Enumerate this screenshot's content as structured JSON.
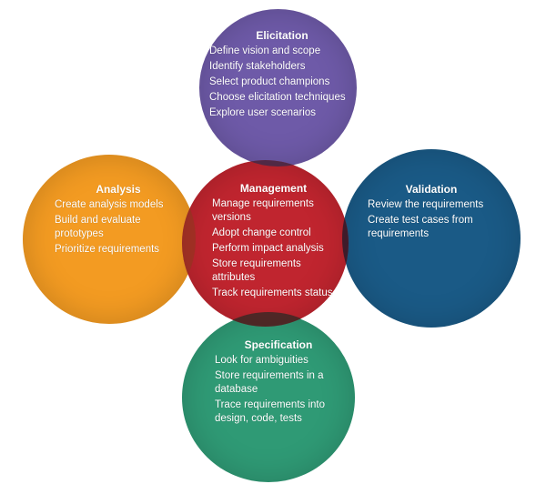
{
  "diagram": {
    "colors": {
      "elicitation": "#6e5aa8",
      "analysis": "#f39b22",
      "management": "#c0252f",
      "validation": "#1a5a86",
      "specification": "#2f9a75",
      "overlap_dark": "#3f2a4a"
    },
    "elicitation": {
      "title": "Elicitation",
      "items": [
        "Define vision and scope",
        "Identify stakeholders",
        "Select product champions",
        "Choose elicitation techniques",
        "Explore user scenarios"
      ]
    },
    "analysis": {
      "title": "Analysis",
      "items": [
        "Create analysis models",
        "Build and evaluate prototypes",
        "Prioritize requirements"
      ]
    },
    "management": {
      "title": "Management",
      "items": [
        "Manage requirements versions",
        "Adopt change control",
        "Perform impact analysis",
        "Store requirements attributes",
        "Track requirements status"
      ]
    },
    "validation": {
      "title": "Validation",
      "items": [
        "Review the requirements",
        "Create test cases from requirements"
      ]
    },
    "specification": {
      "title": "Specification",
      "items": [
        "Look for ambiguities",
        "Store requirements in a database",
        "Trace requirements into design, code, tests"
      ]
    }
  }
}
